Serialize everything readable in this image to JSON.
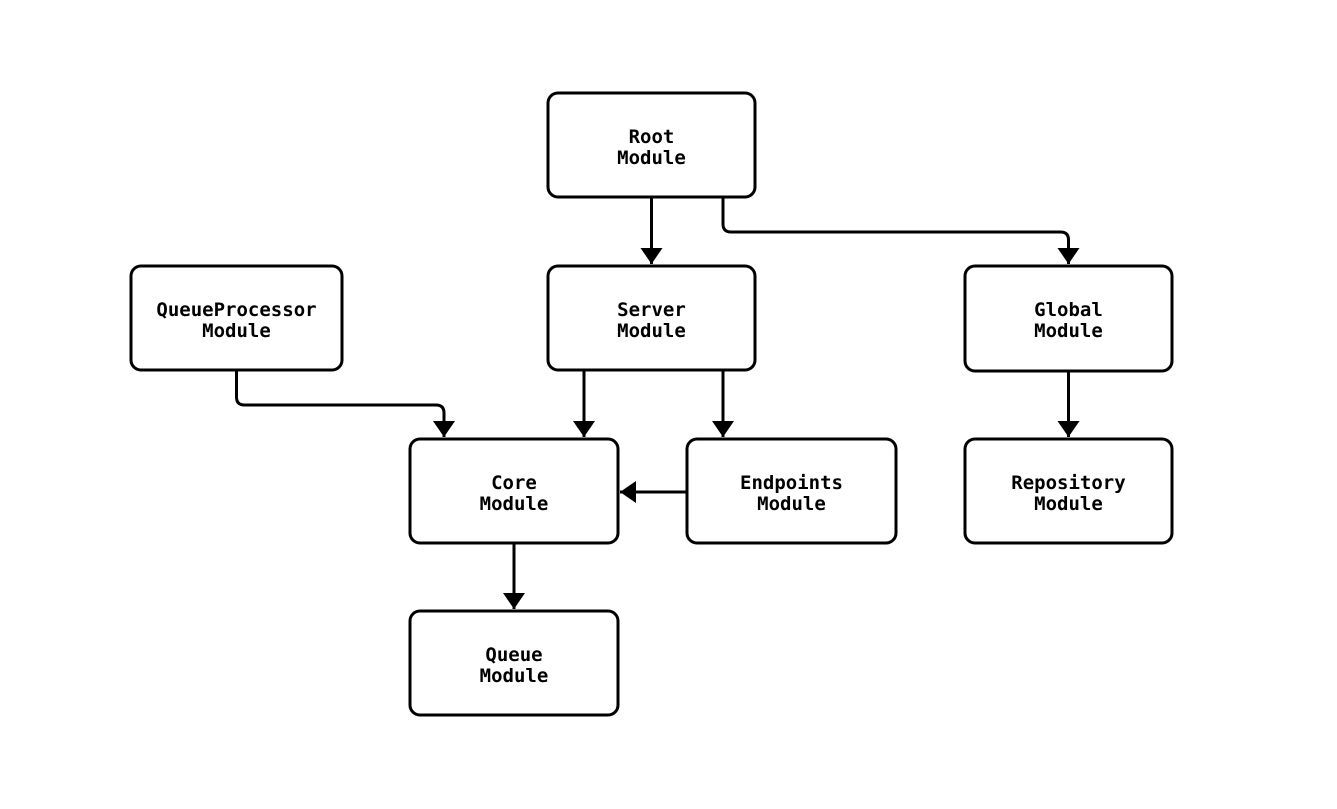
{
  "diagram": {
    "type": "flowchart",
    "background_color": "#ffffff",
    "node_fill_color": "#ffffff",
    "line_color": "#000000",
    "text_color": "#000000",
    "nodes": {
      "root": {
        "line1": "Root",
        "line2": "Module"
      },
      "queueprocessor": {
        "line1": "QueueProcessor",
        "line2": "Module"
      },
      "server": {
        "line1": "Server",
        "line2": "Module"
      },
      "global": {
        "line1": "Global",
        "line2": "Module"
      },
      "core": {
        "line1": "Core",
        "line2": "Module"
      },
      "endpoints": {
        "line1": "Endpoints",
        "line2": "Module"
      },
      "repository": {
        "line1": "Repository",
        "line2": "Module"
      },
      "queue": {
        "line1": "Queue",
        "line2": "Module"
      }
    },
    "edges": [
      {
        "from": "Root Module",
        "to": "Server Module"
      },
      {
        "from": "Root Module",
        "to": "Global Module"
      },
      {
        "from": "QueueProcessor Module",
        "to": "Core Module"
      },
      {
        "from": "Server Module",
        "to": "Core Module"
      },
      {
        "from": "Server Module",
        "to": "Endpoints Module"
      },
      {
        "from": "Endpoints Module",
        "to": "Core Module"
      },
      {
        "from": "Global Module",
        "to": "Repository Module"
      },
      {
        "from": "Core Module",
        "to": "Queue Module"
      }
    ]
  }
}
